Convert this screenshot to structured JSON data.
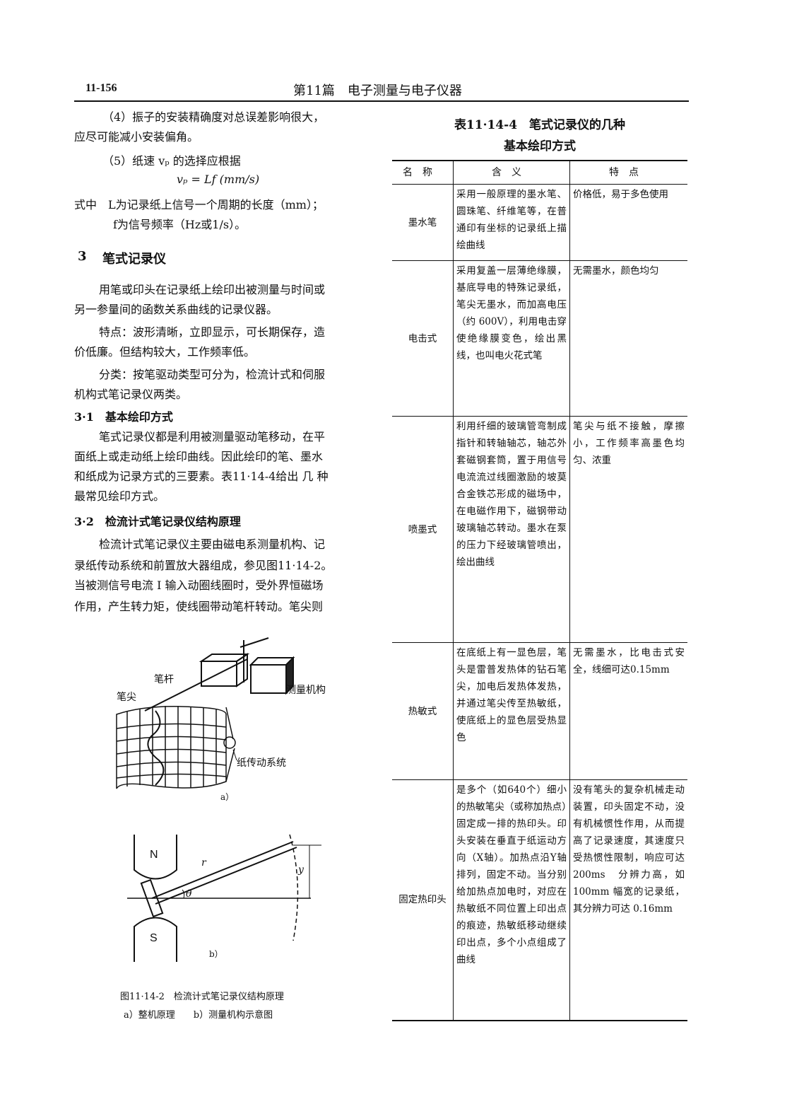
{
  "header": {
    "page_number": "11-156",
    "running_title": "第11篇　电子测量与电子仪器"
  },
  "left": {
    "item4_l1": "（4）振子的安装精确度对总误差影响很大，",
    "item4_l2": "应尽可能减小安装偏角。",
    "item5": "（5）纸速 vₚ 的选择应根据",
    "formula": "vₚ = Lf (mm/s)",
    "where_l1": "式中　L为记录纸上信号一个周期的长度（mm）；",
    "where_l2": "f为信号频率（Hz或1/s）。",
    "section_num": "3",
    "section_title": "笔式记录仪",
    "p1_l1": "用笔或印头在记录纸上绘印出被测量与时间或",
    "p1_l2": "另一参量间的函数关系曲线的记录仪器。",
    "p2_l1": "特点：波形清晰，立即显示，可长期保存，造",
    "p2_l2": "价低廉。但结构较大，工作频率低。",
    "p3_l1": "分类：按笔驱动类型可分为，检流计式和伺服",
    "p3_l2": "机构式笔记录仪两类。",
    "sub1": "3·1　基本绘印方式",
    "p4_l1": "笔式记录仪都是利用被测量驱动笔移动，在平",
    "p4_l2": "面纸上或走动纸上绘印曲线。因此绘印的笔、墨水",
    "p4_l3": "和纸成为记录方式的三要素。表11·14-4给出 几 种",
    "p4_l4": "最常见绘印方式。",
    "sub2": "3·2　检流计式笔记录仪结构原理",
    "p5_l1": "检流计式笔记录仪主要由磁电系测量机构、记",
    "p5_l2": "录纸传动系统和前置放大器组成，参见图11·14-2。",
    "p5_l3": "当被测信号电流 I 输入动圈线圈时，受外界恒磁场",
    "p5_l4": "作用，产生转力矩，使线圈带动笔杆转动。笔尖则"
  },
  "figure": {
    "label_pen_rod": "笔杆",
    "label_pen_tip": "笔尖",
    "label_mechanism": "测量机构",
    "label_paper_drive": "纸传动系统",
    "label_a": "a）",
    "label_b": "b）",
    "label_N": "N",
    "label_S": "S",
    "label_r": "r",
    "label_y": "y",
    "label_theta": "θ",
    "caption": "图11·14-2　检流计式笔记录仪结构原理",
    "sub_caption": "a）整机原理　　b）测量机构示意图"
  },
  "table": {
    "title_l1": "表11·14-4　笔式记录仪的几种",
    "title_l2": "基本绘印方式",
    "headers": [
      "名称",
      "含义",
      "特点"
    ],
    "rows": [
      {
        "name": "墨水笔",
        "meaning": "采用一般原理的墨水笔、圆珠笔、纤维笔等，在普通印有坐标的记录纸上描绘曲线",
        "feature": "价格低，易于多色使用"
      },
      {
        "name": "电击式",
        "meaning": "采用复盖一层薄绝缘膜，基底导电的特殊记录纸，笔尖无墨水，而加高电压（约 600V），利用电击穿使绝缘膜变色，绘出黑线，也叫电火花式笔",
        "feature": "无需墨水，颜色均匀"
      },
      {
        "name": "喷墨式",
        "meaning": "利用纤细的玻璃管弯制成指针和转轴轴芯，轴芯外套磁钢套筒，置于用信号电流流过线圈激励的坡莫合金铁芯形成的磁场中，在电磁作用下，磁钢带动玻璃轴芯转动。墨水在泵的压力下经玻璃管喷出，绘出曲线",
        "feature": "笔尖与纸不接触，摩擦小，工作频率高墨色均匀、浓重"
      },
      {
        "name": "热敏式",
        "meaning": "在底纸上有一显色层，笔头是雷普发热体的钻石笔尖，加电后发热体发热，并通过笔尖传至热敏纸，使底纸上的显色层受热显色",
        "feature": "无需墨水，比电击式安全，线细可达0.15mm"
      },
      {
        "name": "固定热印头",
        "meaning": "是多个（如640个）细小的热敏笔尖（或称加热点）固定成一排的热印头。印头安装在垂直于纸运动方向（X轴）。加热点沿Y轴排列，固定不动。当分别给加热点加电时，对应在热敏纸不同位置上印出点的痕迹，热敏纸移动继续印出点，多个小点组成了曲线",
        "feature": "没有笔头的复杂机械走动装置，印头固定不动，没有机械惯性作用，从而提高了记录速度，其速度只受热惯性限制，响应可达 200ms　分辨力高，如 100mm 幅宽的记录纸，其分辨力可达 0.16mm"
      }
    ]
  }
}
